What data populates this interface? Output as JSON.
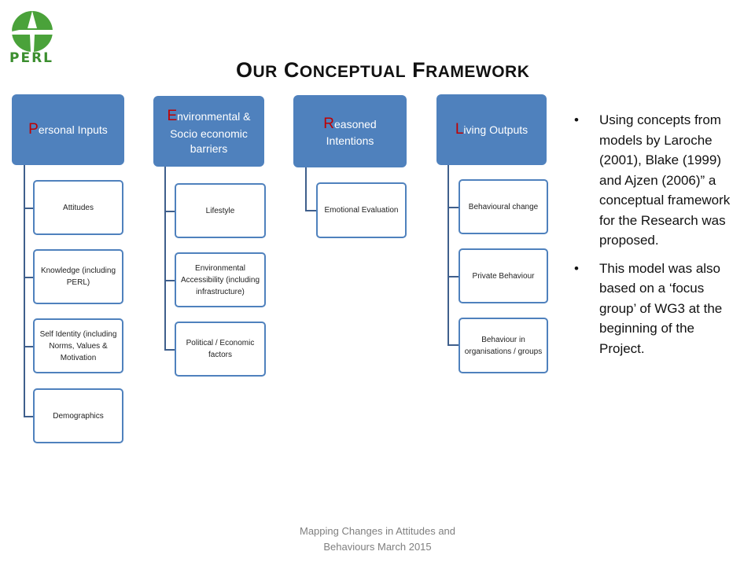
{
  "logo": {
    "text": "PERL",
    "color": "#4aa23a"
  },
  "title": {
    "words": [
      {
        "first": "O",
        "rest": "UR"
      },
      {
        "first": "C",
        "rest": "ONCEPTUAL"
      },
      {
        "first": "F",
        "rest": "RAMEWORK"
      }
    ]
  },
  "columns": [
    {
      "initial": "P",
      "rest": "ersonal Inputs",
      "items": [
        "Attitudes",
        "Knowledge (including PERL)",
        "Self Identity (including Norms, Values & Motivation",
        "Demographics"
      ]
    },
    {
      "initial": "E",
      "rest": "nvironmental & Socio economic barriers",
      "items": [
        "Lifestyle",
        "Environmental Accessibility (including infrastructure)",
        "Political / Economic factors"
      ]
    },
    {
      "initial": "R",
      "rest": "easoned Intentions",
      "items": [
        "Emotional Evaluation"
      ]
    },
    {
      "initial": "L",
      "rest": "iving Outputs",
      "items": [
        "Behavioural change",
        "Private Behaviour",
        "Behaviour in organisations / groups"
      ]
    }
  ],
  "bullets": [
    "Using concepts from  models by Laroche (2001), Blake (1999) and Ajzen (2006)” a conceptual framework for the Research was proposed.",
    "This model was also based on a ‘focus group’ of WG3 at the beginning of the Project."
  ],
  "footer": "Mapping Changes in Attitudes and Behaviours March 2015",
  "colors": {
    "header_fill": "#4f81bd",
    "initial_red": "#c00000",
    "connector": "#3f5f8c"
  }
}
